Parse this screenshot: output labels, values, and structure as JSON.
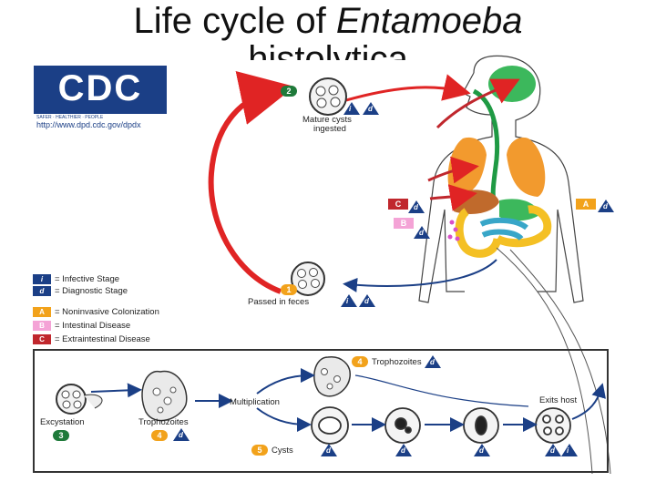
{
  "title": {
    "line1_plain": "Life cycle of ",
    "line1_italic": "Entamoeba",
    "line2": "histolytica"
  },
  "logo": {
    "letters": "CDC",
    "tagline": "SAFER · HEALTHIER · PEOPLE",
    "url": "http://www.dpd.cdc.gov/dpdx"
  },
  "steps": {
    "ingested": {
      "num": "2",
      "label_1": "Mature cysts",
      "label_2": "ingested"
    },
    "passed": {
      "num": "1",
      "label": "Passed in feces"
    },
    "excystation": {
      "num": "3",
      "label": "Excystation"
    },
    "trophozoites_a": {
      "num": "4",
      "label": "Trophozoites"
    },
    "trophozoites_b": {
      "num": "4",
      "label": "Trophozoites"
    },
    "cysts": {
      "num": "5",
      "label": "Cysts"
    },
    "multiplication": "Multiplication",
    "exits_host": "Exits host"
  },
  "markers": {
    "infective": "i",
    "diagnostic": "d",
    "a": "A",
    "b": "B",
    "c": "C"
  },
  "legend": {
    "infective": "= Infective Stage",
    "diagnostic": "= Diagnostic Stage",
    "a": "= Noninvasive Colonization",
    "b": "= Intestinal Disease",
    "c": "= Extraintestinal Disease"
  },
  "colors": {
    "red_arrow": "#e02424",
    "step_badge": "#f2a21b",
    "cdc_blue": "#1b3f86",
    "a_color": "#f2a21b",
    "b_color": "#f4a3d6",
    "c_color": "#c0272d"
  }
}
